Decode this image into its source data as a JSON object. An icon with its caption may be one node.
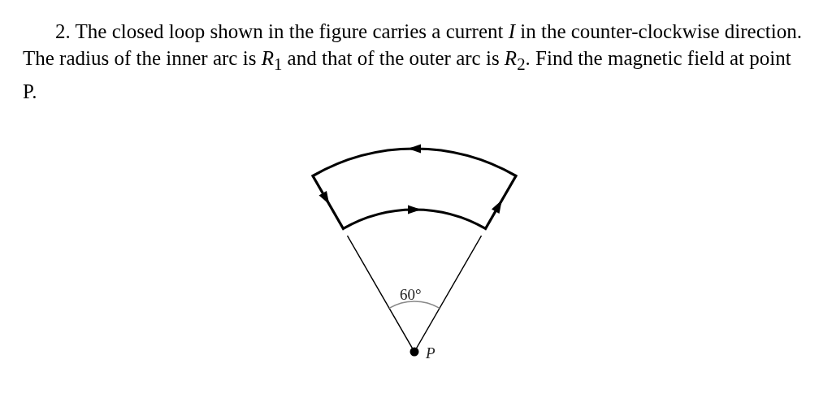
{
  "diagram": {
    "title": "2. The closed loop shown in the figure carries a current *I* in the counter-clockwise direction. The radius of the inner arc is *R*$_{1}$ and that of the outer arc is *R*$_{2}$. Find the magnetic field at point P.",
    "labels": [
      "60°",
      "P"
    ]
  }
}
